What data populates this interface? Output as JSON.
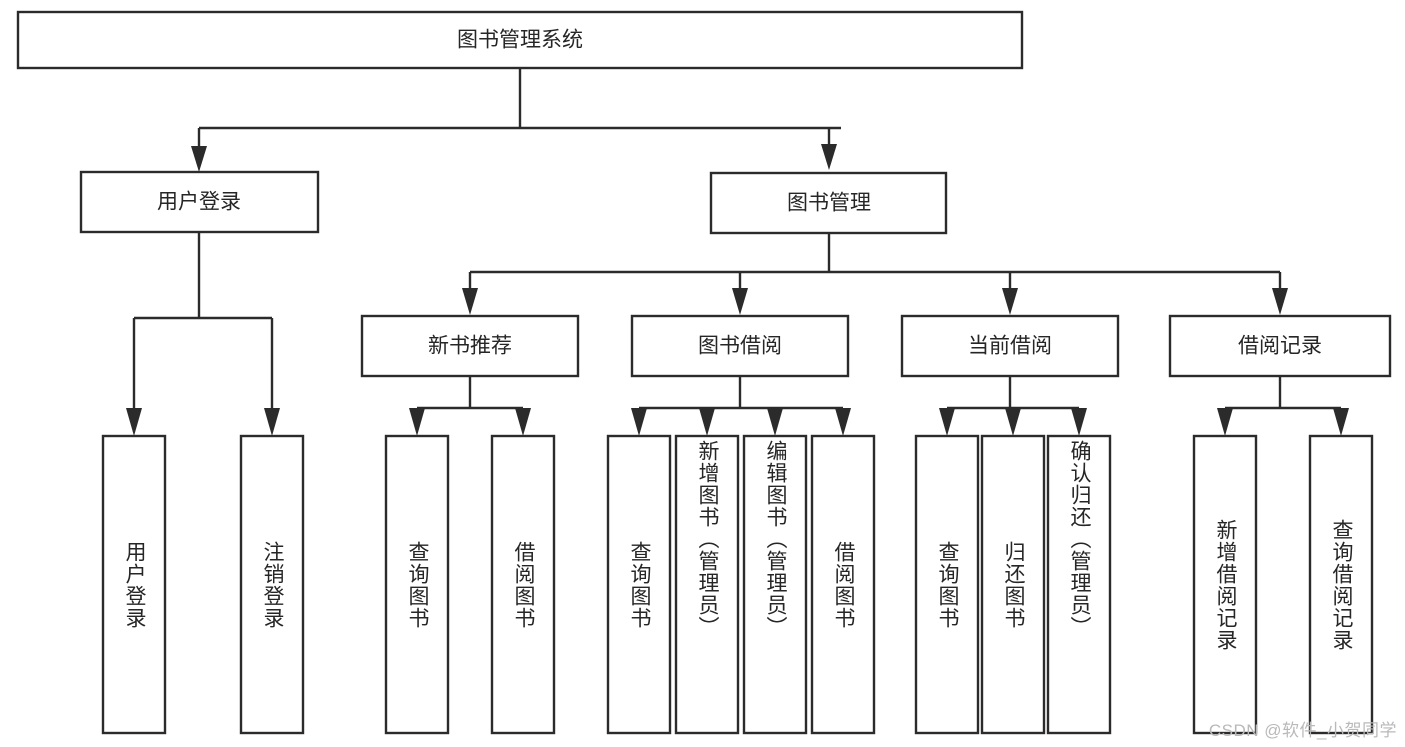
{
  "diagram": {
    "title": "图书管理系统",
    "type": "tree",
    "root": {
      "id": "root",
      "label": "图书管理系统"
    },
    "level2": [
      {
        "id": "user-login",
        "label": "用户登录"
      },
      {
        "id": "book-manage",
        "label": "图书管理"
      }
    ],
    "level3": [
      {
        "id": "new-book-recommend",
        "label": "新书推荐",
        "parent": "book-manage"
      },
      {
        "id": "book-borrow",
        "label": "图书借阅",
        "parent": "book-manage"
      },
      {
        "id": "current-borrow",
        "label": "当前借阅",
        "parent": "book-manage"
      },
      {
        "id": "borrow-record",
        "label": "借阅记录",
        "parent": "book-manage"
      }
    ],
    "leaves": [
      {
        "id": "leaf-user-login",
        "label": "用户登录",
        "parent": "user-login"
      },
      {
        "id": "leaf-user-logout",
        "label": "注销登录",
        "parent": "user-login"
      },
      {
        "id": "leaf-query-book-1",
        "label": "查询图书",
        "parent": "new-book-recommend"
      },
      {
        "id": "leaf-borrow-book-1",
        "label": "借阅图书",
        "parent": "new-book-recommend"
      },
      {
        "id": "leaf-query-book-2",
        "label": "查询图书",
        "parent": "book-borrow"
      },
      {
        "id": "leaf-add-book",
        "label": "新增图书（管理员）",
        "parent": "book-borrow"
      },
      {
        "id": "leaf-edit-book",
        "label": "编辑图书（管理员）",
        "parent": "book-borrow"
      },
      {
        "id": "leaf-borrow-book-2",
        "label": "借阅图书",
        "parent": "book-borrow"
      },
      {
        "id": "leaf-query-book-3",
        "label": "查询图书",
        "parent": "current-borrow"
      },
      {
        "id": "leaf-return-book",
        "label": "归还图书",
        "parent": "current-borrow"
      },
      {
        "id": "leaf-confirm-return",
        "label": "确认归还（管理员）",
        "parent": "current-borrow"
      },
      {
        "id": "leaf-add-record",
        "label": "新增借阅记录",
        "parent": "borrow-record"
      },
      {
        "id": "leaf-query-record",
        "label": "查询借阅记录",
        "parent": "borrow-record"
      }
    ]
  },
  "watermark": {
    "text": "CSDN @软件_小贺同学"
  },
  "colors": {
    "stroke": "#2b2b2b",
    "text": "#262626",
    "background": "#ffffff",
    "watermark": "#b9b9b9"
  }
}
